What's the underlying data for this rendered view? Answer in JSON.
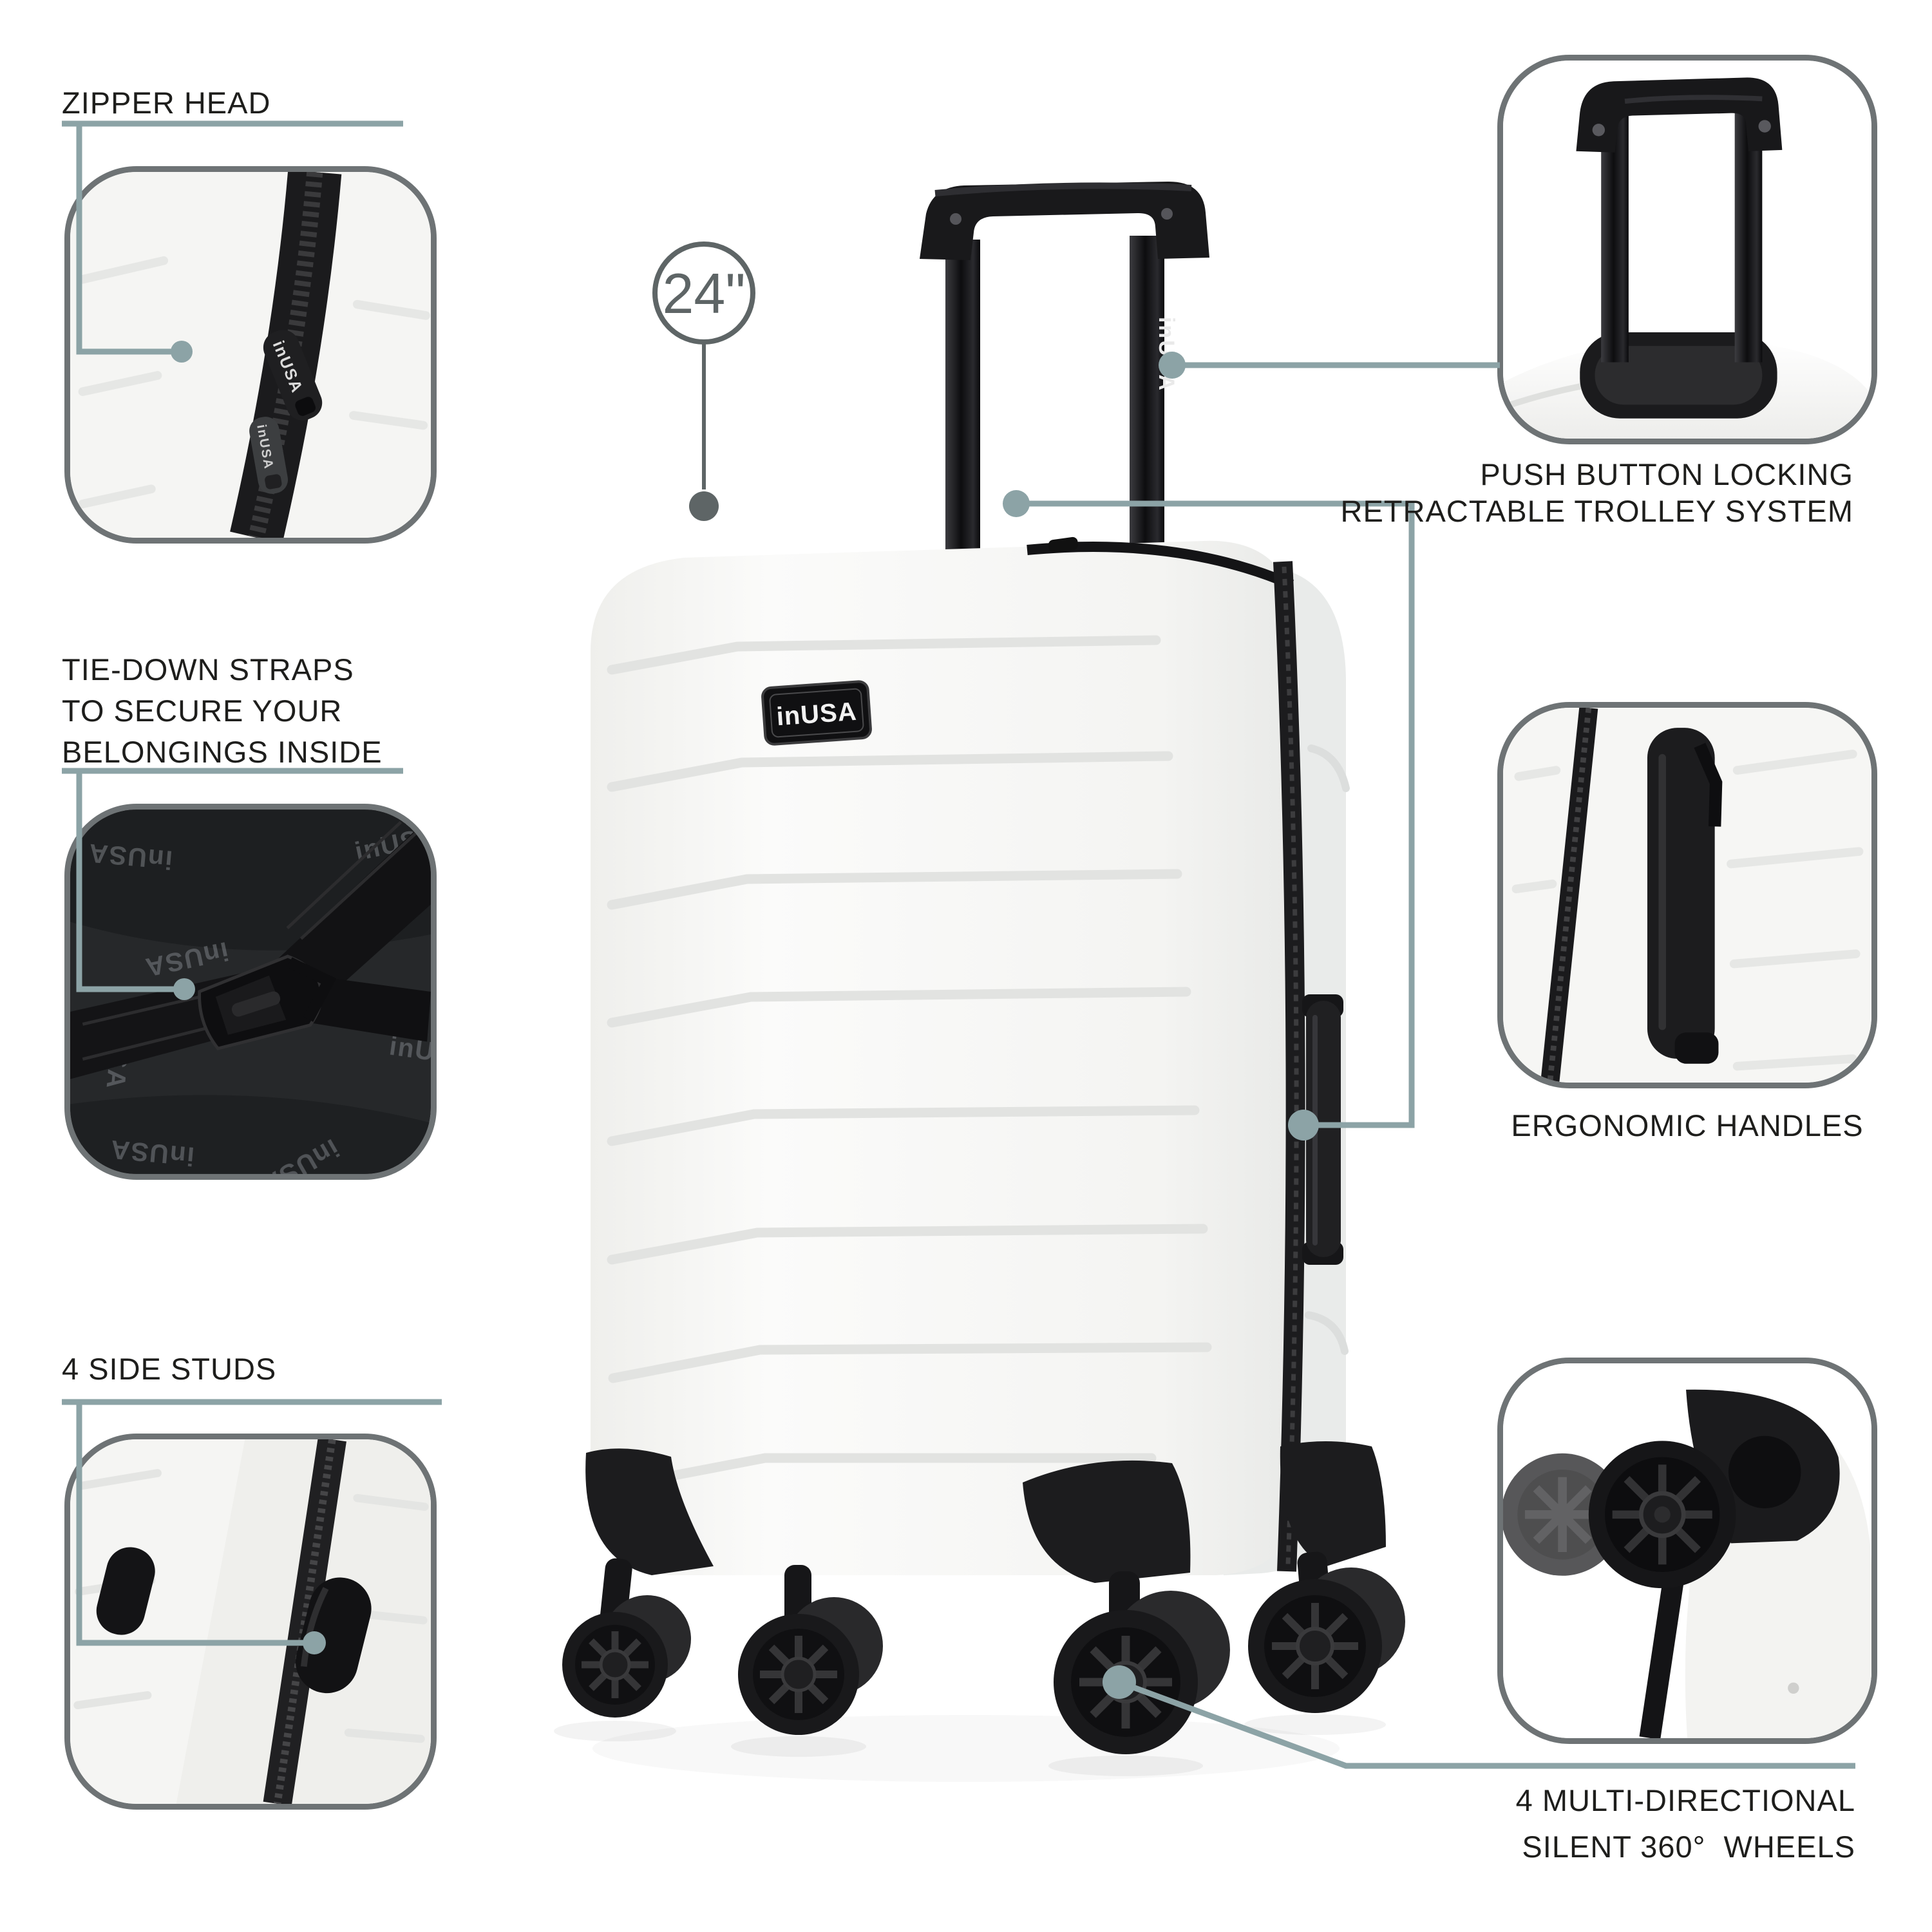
{
  "colors": {
    "accent_line": "#8CA3A6",
    "badge_gray": "#5E6566",
    "card_border": "#6E7375",
    "label_text": "#1E1E1C",
    "shell_white": "#F6F6F4",
    "hardware_black": "#1A1A1C"
  },
  "brand": {
    "logo": "inUSA"
  },
  "size_badge": {
    "label": "24\""
  },
  "callouts": {
    "zipper_head": {
      "label": "ZIPPER HEAD"
    },
    "tie_down_straps": {
      "lines": [
        "TIE-DOWN STRAPS",
        "TO SECURE YOUR",
        "BELONGINGS INSIDE"
      ]
    },
    "side_studs": {
      "label": "4 SIDE STUDS"
    },
    "trolley": {
      "lines": [
        "PUSH BUTTON LOCKING",
        "RETRACTABLE TROLLEY SYSTEM"
      ]
    },
    "handles": {
      "label": "ERGONOMIC HANDLES"
    },
    "wheels": {
      "lines": [
        "4 MULTI-DIRECTIONAL",
        "SILENT 360°  WHEELS"
      ]
    }
  }
}
